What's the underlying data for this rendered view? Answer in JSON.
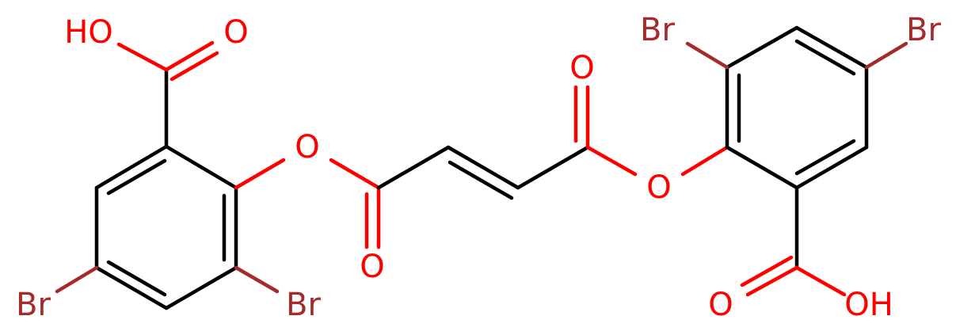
{
  "colors": {
    "bond": "#000000",
    "oxygen": "#ff0000",
    "bromine": "#a52a2a",
    "background": "#ffffff"
  },
  "atoms": {
    "hydroxyl_left": "HO",
    "carbonyl_o_left_acid": "O",
    "ester_o_left": "O",
    "carbonyl_o_left_ester": "O",
    "carbonyl_o_right_ester": "O",
    "ester_o_right": "O",
    "carbonyl_o_right_acid": "O",
    "hydroxyl_right": "OH",
    "br_left_para": "Br",
    "br_left_ortho": "Br",
    "br_right_ortho": "Br",
    "br_right_para": "Br"
  }
}
